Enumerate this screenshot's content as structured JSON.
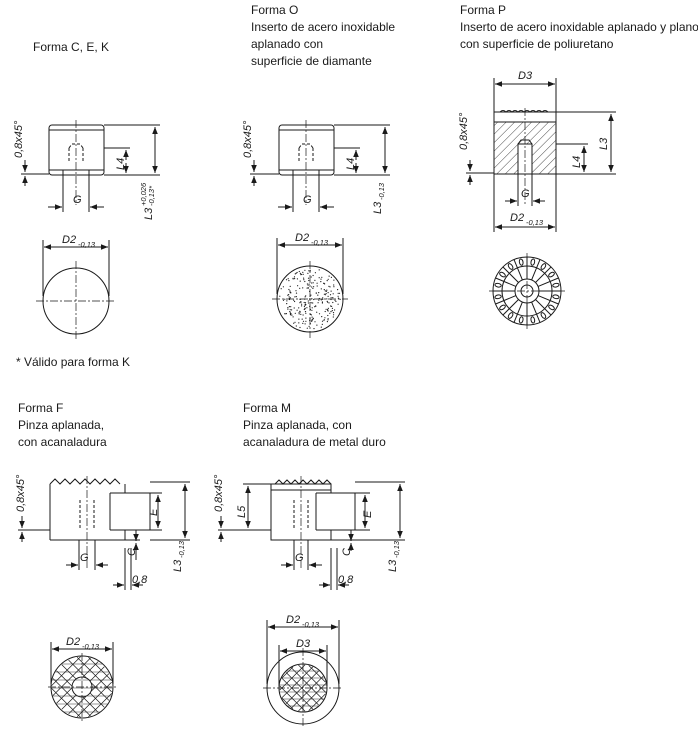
{
  "captions": {
    "forma_cek": "Forma C, E, K",
    "forma_o": [
      "Forma O",
      "Inserto de acero inoxidable",
      "aplanado con",
      "superficie de diamante"
    ],
    "forma_p": [
      "Forma P",
      "Inserto de acero inoxidable aplanado y plano",
      "con superficie de poliuretano"
    ],
    "note_k": "* Válido para forma K",
    "forma_f": [
      "Forma F",
      "Pinza aplanada,",
      "con acanaladura"
    ],
    "forma_m": [
      "Forma M",
      "Pinza aplanada, con",
      "acanaladura de metal duro"
    ]
  },
  "dims": {
    "chamfer": "0,8x45°",
    "l4": "L4",
    "l3": "L3",
    "l3_tol": "-0,13",
    "l3_tol_k_upper": "+0,026",
    "l3_tol_k_lower": "-0,13*",
    "g": "G",
    "d2": "D2",
    "d2_tol": "-0,13",
    "d3": "D3",
    "e": "E",
    "c": "C",
    "l5": "L5",
    "gap": "0,8"
  },
  "colors": {
    "line": "#1a1a1a",
    "background": "#ffffff"
  }
}
